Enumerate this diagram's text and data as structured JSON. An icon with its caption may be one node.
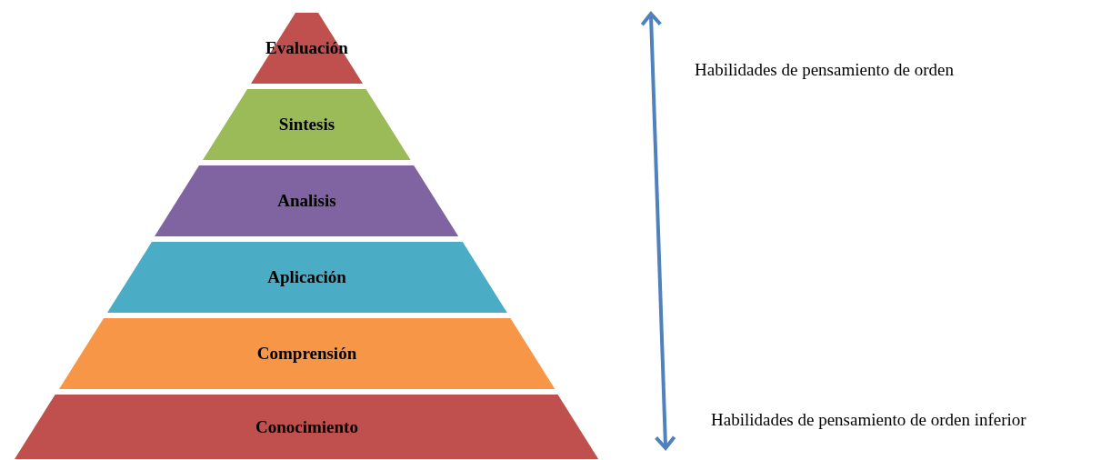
{
  "diagram": {
    "nodes": [
      {
        "text": [
          "Evaluación"
        ]
      },
      {
        "text": [
          "Sintesis"
        ]
      },
      {
        "text": [
          "Analisis"
        ]
      },
      {
        "text": [
          "Aplicación"
        ]
      },
      {
        "text": [
          "Comprensión"
        ]
      },
      {
        "text": [
          "Conocimiento"
        ]
      }
    ],
    "labels": [
      "Habilidades de pensamiento de orden",
      "Habilidades de pensamiento de orden inferior"
    ]
  }
}
